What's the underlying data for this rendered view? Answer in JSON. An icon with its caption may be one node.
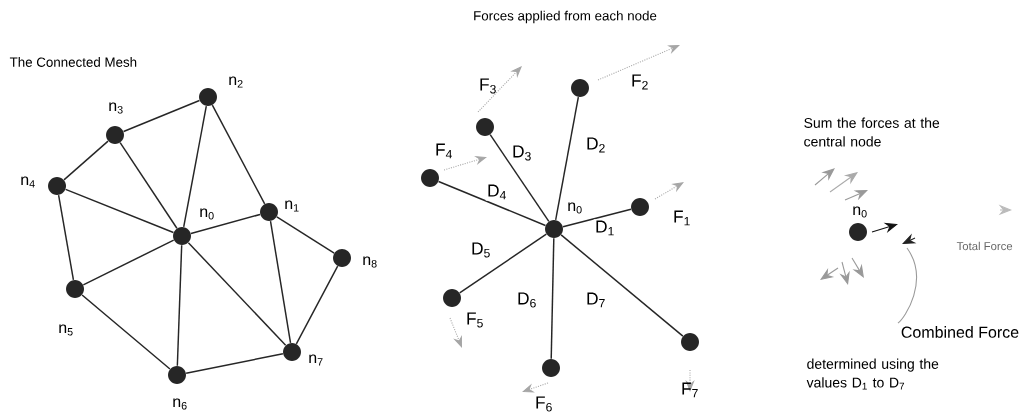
{
  "diagram": {
    "title": "Forces applied from each node",
    "nodes": [
      {
        "text": [
          "n$_{0}$"
        ]
      },
      {
        "text": [
          "n$_{1}$"
        ]
      },
      {
        "text": [
          "n$_{2}$"
        ]
      },
      {
        "text": [
          "n$_{3}$"
        ]
      },
      {
        "text": [
          "n$_{4}$"
        ]
      },
      {
        "text": [
          "n$_{5}$"
        ]
      },
      {
        "text": [
          "n$_{6}$"
        ]
      },
      {
        "text": [
          "n$_{7}$"
        ]
      },
      {
        "text": [
          "n$_{8}$"
        ]
      },
      {
        "text": [
          "n$_{0}$"
        ]
      },
      {
        "text": [],
        "shape": "circle",
        "beside": [
          "F$_{1}$"
        ]
      },
      {
        "text": [],
        "shape": "circle",
        "beside": [
          "F$_{2}$"
        ]
      },
      {
        "text": [],
        "shape": "circle",
        "beside": [
          "F$_{3}$"
        ]
      },
      {
        "text": [],
        "shape": "circle",
        "beside": [
          "F$_{4}$"
        ]
      },
      {
        "text": [],
        "shape": "circle",
        "beside": [
          "F$_{5}$"
        ]
      },
      {
        "text": [],
        "shape": "circle",
        "beside": [
          "F$_{6}$"
        ]
      },
      {
        "text": [],
        "shape": "circle",
        "beside": [
          "F$_{7}$"
        ]
      },
      {
        "text": [
          "n$_{0}$"
        ]
      },
      {
        "text": [
          "Combined Force"
        ]
      }
    ],
    "edges": [
      {
        "from": 2,
        "to": 3,
        "arrow": "none"
      },
      {
        "from": 3,
        "to": 4,
        "arrow": "none"
      },
      {
        "from": 4,
        "to": 5,
        "arrow": "none"
      },
      {
        "from": 5,
        "to": 6,
        "arrow": "none"
      },
      {
        "from": 6,
        "to": 7,
        "arrow": "none"
      },
      {
        "from": 7,
        "to": 8,
        "arrow": "none"
      },
      {
        "from": 8,
        "to": 1,
        "arrow": "none"
      },
      {
        "from": 1,
        "to": 2,
        "arrow": "none"
      },
      {
        "from": 1,
        "to": 7,
        "arrow": "none"
      },
      {
        "from": 0,
        "to": 1,
        "arrow": "none"
      },
      {
        "from": 0,
        "to": 2,
        "arrow": "none"
      },
      {
        "from": 0,
        "to": 3,
        "arrow": "none"
      },
      {
        "from": 0,
        "to": 4,
        "arrow": "none"
      },
      {
        "from": 0,
        "to": 5,
        "arrow": "none"
      },
      {
        "from": 0,
        "to": 6,
        "arrow": "none"
      },
      {
        "from": 0,
        "to": 7,
        "arrow": "none"
      },
      {
        "from": 9,
        "to": 10,
        "arrow": "none",
        "label": "D$_{1}$"
      },
      {
        "from": 9,
        "to": 11,
        "arrow": "none",
        "label": "D$_{2}$"
      },
      {
        "from": 9,
        "to": 12,
        "arrow": "none",
        "label": "D$_{3}$"
      },
      {
        "from": 9,
        "to": 13,
        "arrow": "none",
        "label": "D$_{4}$"
      },
      {
        "from": 9,
        "to": 14,
        "arrow": "none",
        "label": "D$_{5}$"
      },
      {
        "from": 9,
        "to": 15,
        "arrow": "none",
        "label": "D$_{6}$"
      },
      {
        "from": 9,
        "to": 16,
        "arrow": "none",
        "label": "D$_{7}$"
      },
      {
        "from": 18,
        "to": null,
        "arrow": "none",
        "color": "#999999"
      }
    ],
    "labels": [
      "The Connected Mesh",
      "Sum the forces at the central node",
      "Total Force",
      "determined using the values D$_{1}$ to D$_{7}$"
    ]
  }
}
